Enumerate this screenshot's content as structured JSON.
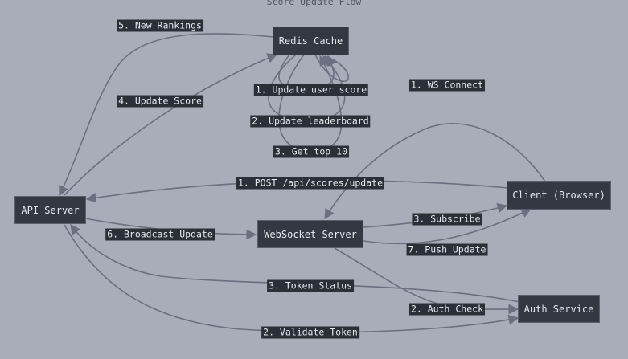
{
  "diagram": {
    "title": "Score Update Flow",
    "nodes": {
      "redis": "Redis Cache",
      "api": "API Server",
      "ws": "WebSocket Server",
      "client": "Client (Browser)",
      "auth": "Auth Service"
    },
    "edges": {
      "new_rankings": "5. New Rankings",
      "update_score": "4. Update Score",
      "update_user_score": "1. Update user score",
      "update_leaderboard": "2. Update leaderboard",
      "get_top10": "3. Get top 10",
      "ws_connect": "1. WS Connect",
      "post_update": "1. POST /api/scores/update",
      "subscribe": "3. Subscribe",
      "broadcast": "6. Broadcast Update",
      "push_update": "7. Push Update",
      "token_status": "3. Token Status",
      "auth_check": "2. Auth Check",
      "validate_token": "2. Validate Token"
    }
  },
  "colors": {
    "background": "#a8adb9",
    "node_fill": "#343842",
    "edge": "#6a7080",
    "label_fill": "#2b2f38",
    "text": "#e6e8ee"
  }
}
